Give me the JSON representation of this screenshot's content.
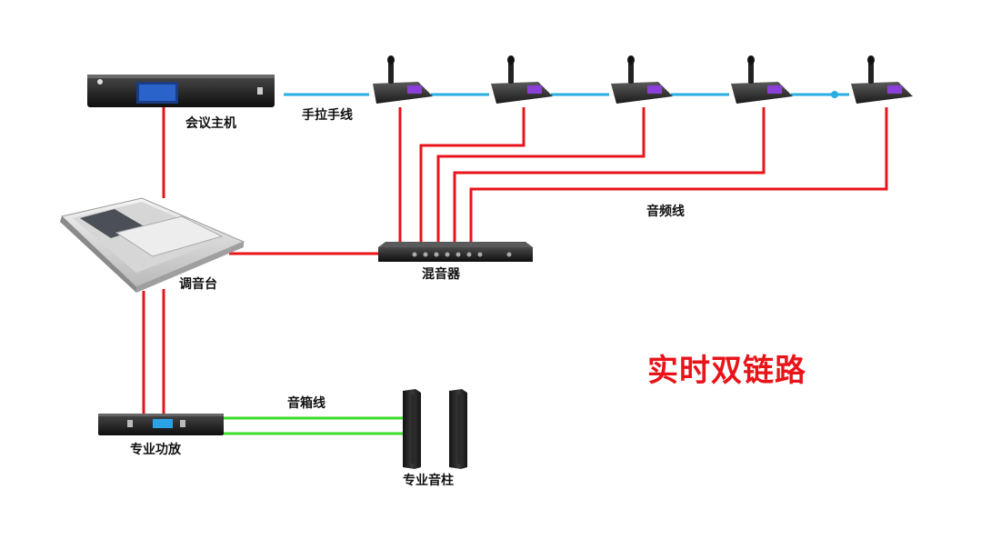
{
  "labels": {
    "host": "会议主机",
    "handpull": "手拉手线",
    "audio_line": "音频线",
    "console": "调音台",
    "mixer": "混音器",
    "amplifier": "专业功放",
    "speaker_line": "音箱线",
    "speaker_column": "专业音柱"
  },
  "headline": "实时双链路",
  "colors": {
    "audio_wire": "#e8141a",
    "handpull_wire": "#27aee3",
    "speaker_wire": "#3ddc2a",
    "headline": "#e8141a"
  },
  "icons": {
    "host": "conference-host-icon",
    "mic": "microphone-unit-icon",
    "console": "mixing-console-icon",
    "mixer": "audio-mixer-icon",
    "amplifier": "power-amplifier-icon",
    "speaker": "column-speaker-icon"
  }
}
